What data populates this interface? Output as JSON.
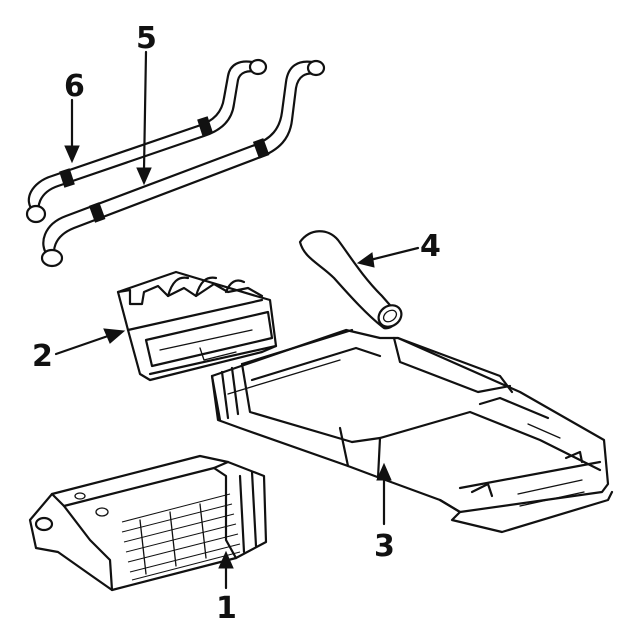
{
  "diagram": {
    "callouts": [
      {
        "id": "1",
        "label": "1"
      },
      {
        "id": "2",
        "label": "2"
      },
      {
        "id": "3",
        "label": "3"
      },
      {
        "id": "4",
        "label": "4"
      },
      {
        "id": "5",
        "label": "5"
      },
      {
        "id": "6",
        "label": "6"
      }
    ],
    "colors": {
      "ink": "#111111",
      "paper": "#ffffff"
    }
  }
}
